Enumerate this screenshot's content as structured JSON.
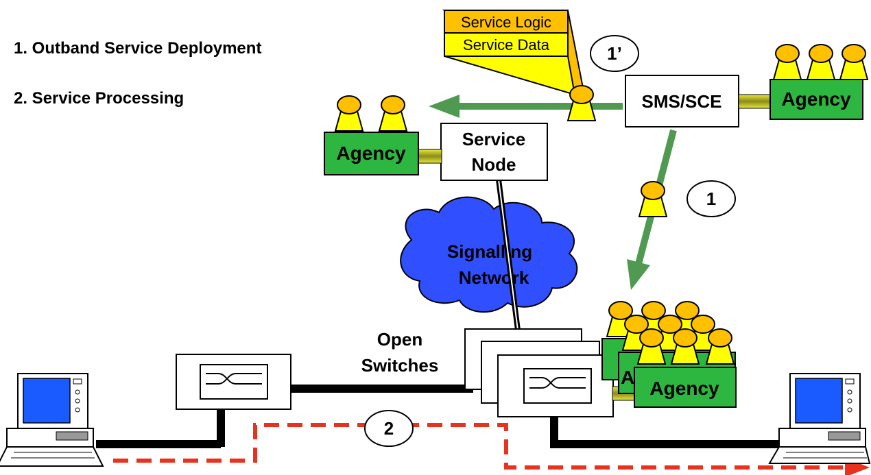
{
  "legend": {
    "step1": "1. Outband Service Deployment",
    "step2": "2. Service Processing"
  },
  "service_package": {
    "logic": "Service Logic",
    "data": "Service Data"
  },
  "nodes": {
    "sms_sce": "SMS/SCE",
    "service_node_line1": "Service",
    "service_node_line2": "Node",
    "signalling_line1": "Signalling",
    "signalling_line2": "Network",
    "open_switches_line1": "Open",
    "open_switches_line2": "Switches"
  },
  "agencies": {
    "right": "Agency",
    "left": "Agency",
    "bottom": "Agency",
    "bottom_partial_letter": "A"
  },
  "markers": {
    "step1_prime": "1’",
    "step1": "1",
    "step2": "2"
  },
  "colors": {
    "agency_green": "#2db640",
    "arrow_green": "#4f9a50",
    "agent_yellow": "#ffff00",
    "agent_orange": "#ffc000",
    "signalling_blue": "#3050ff",
    "screen_blue": "#1a5bff",
    "dashed_red": "#e8321e",
    "connector_olive": "#8b8b1b"
  }
}
